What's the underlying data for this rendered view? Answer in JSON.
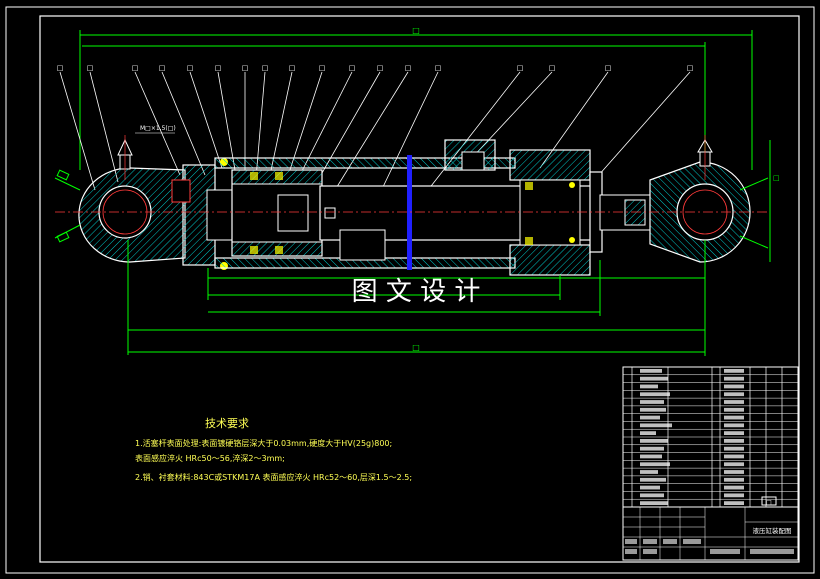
{
  "watermark": "图 文 设 计",
  "dimension_marker": "□",
  "callout_marker": "□",
  "small_dim_label": "M□×1.5(□)",
  "tech_requirements": {
    "title": "技术要求",
    "line1": "1.活塞杆表面处理:表面镀硬铬层深大于0.03mm,硬度大于HV(25g)800;",
    "line2": "  表面感应淬火 HRc50～56,淬深2～3mm;",
    "line3": "2.销、衬套材料:843C或STKM17A 表面感应淬火 HRc52～60,层深1.5～2.5;"
  },
  "title_block": {
    "drawing_name": "液压缸装配图",
    "sheet_mark": "□"
  },
  "colors": {
    "background": "#000000",
    "frame": "#ffffff",
    "outline": "#ffffff",
    "dimension": "#00ff00",
    "centerline": "#ff3b3b",
    "hatch": "#00c8c8",
    "seal": "#ffff00",
    "rod_section": "#2020ff",
    "text": "#ffff55",
    "callout": "#ffffff"
  }
}
